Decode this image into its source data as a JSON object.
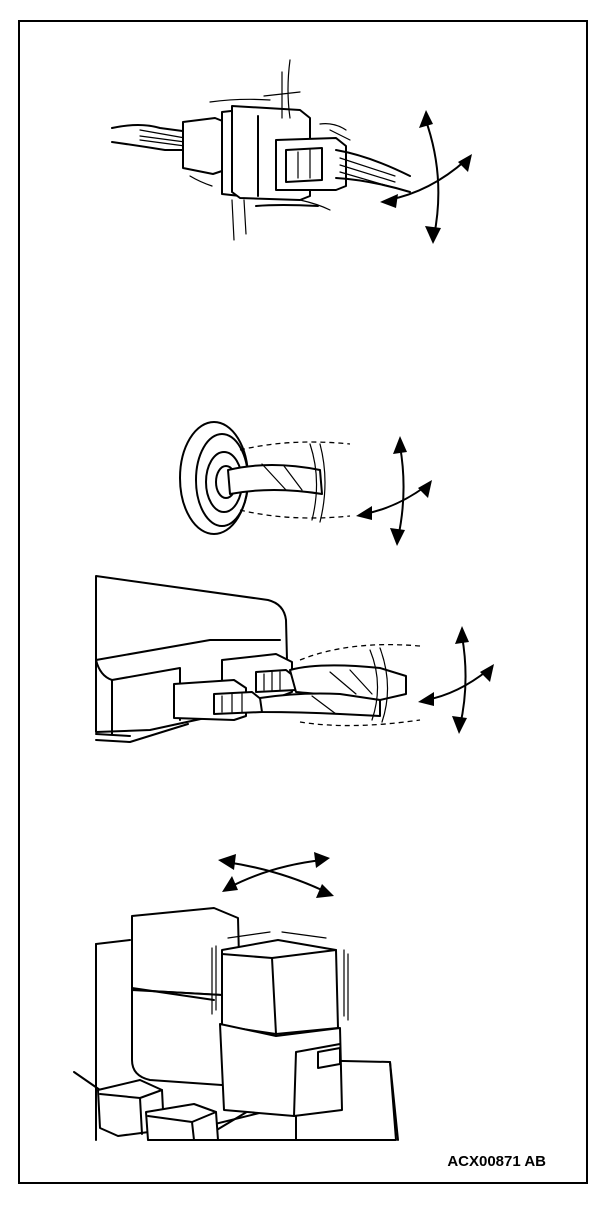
{
  "figure": {
    "code": "ACX00871 AB",
    "illustrations": [
      "connector-wiggle-illustration",
      "grommet-wiggle-illustration",
      "control-unit-connector-wiggle-illustration",
      "relay-tap-illustration"
    ]
  }
}
